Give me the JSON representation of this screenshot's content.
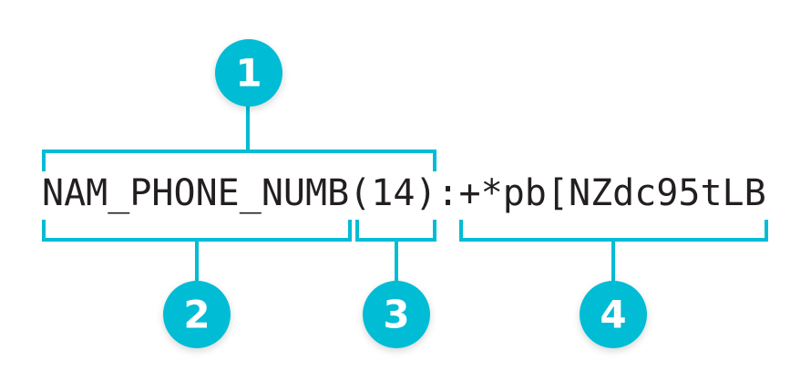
{
  "diagram": {
    "type": "annotated-string-breakdown",
    "background_color": "#ffffff",
    "accent_color": "#00bcd4",
    "text_color": "#231f20",
    "full_string": "NAM_PHONE_NUMB(14):+*pb[NZdc95tLB",
    "segments": [
      {
        "id": "seg-1",
        "label": "1",
        "text": "NAM_PHONE_NUMB(14)",
        "position": "above"
      },
      {
        "id": "seg-2",
        "label": "2",
        "text": "NAM_PHONE_NUMB",
        "position": "below"
      },
      {
        "id": "seg-3",
        "label": "3",
        "text": "(14)",
        "position": "below"
      },
      {
        "id": "seg-4",
        "label": "4",
        "text": ":+*pb[NZdc95tLB",
        "position": "below"
      }
    ],
    "callouts": [
      {
        "number": "1"
      },
      {
        "number": "2"
      },
      {
        "number": "3"
      },
      {
        "number": "4"
      }
    ]
  }
}
